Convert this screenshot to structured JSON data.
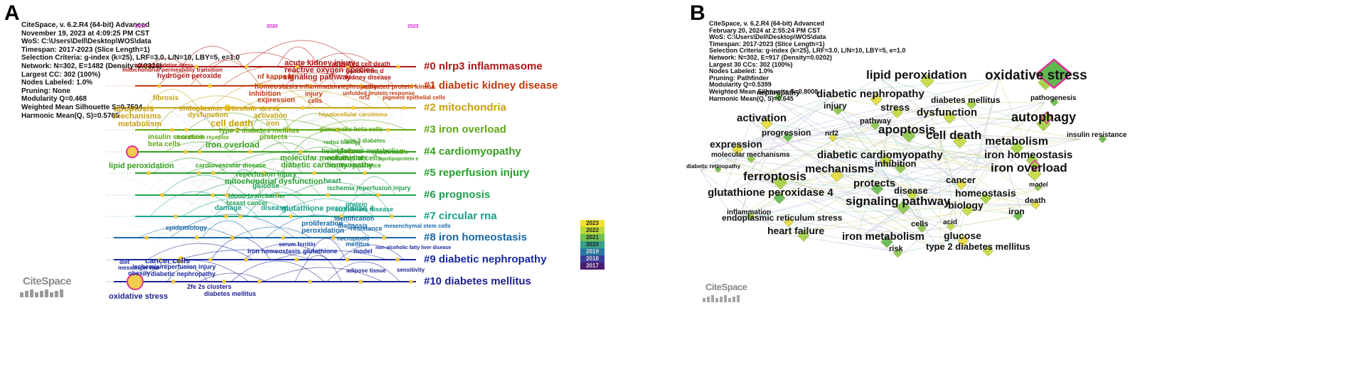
{
  "panel_a": {
    "label": "A",
    "meta_lines": [
      "CiteSpace, v. 6.2.R4 (64-bit) Advanced",
      "November 19, 2023 at 4:09:25 PM CST",
      "WoS: C:\\Users\\Dell\\Desktop\\WOS\\data",
      "Timespan: 2017-2023 (Slice Length=1)",
      "Selection Criteria: g-index (k=25), LRF=3.0, L/N=10, LBY=5, e=1.0",
      "Network: N=302, E=1482 (Density=0.0326)",
      "Largest CC: 302 (100%)",
      "Nodes Labeled: 1.0%",
      "Pruning: None",
      "Modularity Q=0.468",
      "Weighted Mean Silhouette S=0.7504",
      "Harmonic Mean(Q, S)=0.5765"
    ],
    "years": [
      "2017",
      "2020",
      "2023"
    ],
    "clusters": [
      {
        "label": "#0 nlrp3 inflammasome",
        "color": "#b01818"
      },
      {
        "label": "#1 diabetic kidney disease",
        "color": "#c03a10"
      },
      {
        "label": "#2 mitochondria",
        "color": "#c8a010"
      },
      {
        "label": "#3 iron overload",
        "color": "#60a818"
      },
      {
        "label": "#4 cardiomyopathy",
        "color": "#38a020"
      },
      {
        "label": "#5 reperfusion injury",
        "color": "#28a030"
      },
      {
        "label": "#6 prognosis",
        "color": "#20a050"
      },
      {
        "label": "#7 circular rna",
        "color": "#18a088"
      },
      {
        "label": "#8 iron homeostasis",
        "color": "#1868a8"
      },
      {
        "label": "#9 diabetic nephropathy",
        "color": "#1828a0"
      },
      {
        "label": "#10 diabetes mellitus",
        "color": "#202090"
      }
    ],
    "terms": [
      "induced oxidative stress",
      "mitochondrial permeability transition",
      "hydrogen peroxide",
      "acute kidney injury",
      "activated cell death",
      "reactive oxygen species",
      "gasdermin d",
      "signaling pathway",
      "kidney disease",
      "nf kappa b",
      "homeostasis",
      "inhibition",
      "expression",
      "inflammation",
      "injury",
      "cells",
      "nephropathy",
      "activated protein kinase",
      "unfolded protein response",
      "pigment epithelial cells",
      "fibrosis",
      "endoplasmic reticulum stress",
      "nrf2",
      "apoptosis",
      "mechanisms",
      "metabolism",
      "dysfunction",
      "activation",
      "cell death",
      "iron",
      "type 2 diabetes mellitus",
      "protects",
      "transferrin receptor",
      "hepatocellular carcinoma",
      "insulin secretion",
      "beta cells",
      "pancreatic beta cells",
      "iron overload",
      "redox biology",
      "type 2 diabetes",
      "heart failure",
      "glucose metabolism",
      "cytochrome c",
      "molecular mechanisms",
      "endothelial cells",
      "apolipoprotein e",
      "diabetic cardiomyopathy",
      "insulin resistance",
      "lipid peroxidation",
      "cardiovascular disease",
      "reperfusion injury",
      "mitochondrial dysfunction",
      "heart",
      "ischemia reperfusion injury",
      "glucose",
      "blood-brain barrier",
      "breast cancer",
      "protein",
      "damage",
      "disease",
      "glutathione peroxidase 4",
      "alzheimers disease",
      "epidemiology",
      "proliferation",
      "peroxidation",
      "identification",
      "diagnosis",
      "resistance",
      "mesenchymal stem cells",
      "necroptosis",
      "mellitus",
      "serum ferritin",
      "iron homeostasis",
      "glutathione",
      "model",
      "non-alcoholic fatty liver disease",
      "cancer cells",
      "ischemia/reperfusion injury",
      "diet",
      "messenger rna",
      "obesity",
      "diabetic nephropathy",
      "2fe 2s clusters",
      "diabetes mellitus",
      "adipose tissue",
      "sensitivity",
      "oxidative stress"
    ],
    "logo_text": "CiteSpace"
  },
  "panel_b": {
    "label": "B",
    "meta_lines": [
      "CiteSpace, v. 6.2.R4 (64-bit) Advanced",
      "February 20, 2024 at 2:55:24 PM CST",
      "WoS: C:\\Users\\Dell\\Desktop\\WOS\\data",
      "Timespan: 2017-2023 (Slice Length=1)",
      "Selection Criteria: g-index (k=25), LRF=3.0, L/N=10, LBY=5, e=1.0",
      "Network: N=302, E=917 (Density=0.0202)",
      "Largest 30 CCs: 302 (100%)",
      "Nodes Labeled: 1.0%",
      "Pruning: Pathfinder",
      "Modularity Q=0.5399",
      "Weighted Mean Silhouette S=0.8008",
      "Harmonic Mean(Q, S)=0.645"
    ],
    "keywords": [
      {
        "text": "lipid peroxidation",
        "size": 17
      },
      {
        "text": "oxidative stress",
        "size": 19
      },
      {
        "text": "nephropathy",
        "size": 10
      },
      {
        "text": "diabetic nephropathy",
        "size": 15
      },
      {
        "text": "injury",
        "size": 12
      },
      {
        "text": "stress",
        "size": 14
      },
      {
        "text": "diabetes mellitus",
        "size": 12
      },
      {
        "text": "pathogenesis",
        "size": 10
      },
      {
        "text": "activation",
        "size": 15
      },
      {
        "text": "pathway",
        "size": 11
      },
      {
        "text": "dysfunction",
        "size": 15
      },
      {
        "text": "autophagy",
        "size": 18
      },
      {
        "text": "progression",
        "size": 12
      },
      {
        "text": "nrf2",
        "size": 10
      },
      {
        "text": "apoptosis",
        "size": 17
      },
      {
        "text": "cell death",
        "size": 17
      },
      {
        "text": "metabolism",
        "size": 16
      },
      {
        "text": "insulin resistance",
        "size": 10
      },
      {
        "text": "expression",
        "size": 14
      },
      {
        "text": "molecular mechanisms",
        "size": 10
      },
      {
        "text": "diabetic cardiomyopathy",
        "size": 15
      },
      {
        "text": "iron homeostasis",
        "size": 15
      },
      {
        "text": "diabetic retinopathy",
        "size": 8
      },
      {
        "text": "mechanisms",
        "size": 16
      },
      {
        "text": "inhibition",
        "size": 13
      },
      {
        "text": "iron overload",
        "size": 17
      },
      {
        "text": "ferroptosis",
        "size": 17
      },
      {
        "text": "protects",
        "size": 15
      },
      {
        "text": "cancer",
        "size": 13
      },
      {
        "text": "model",
        "size": 9
      },
      {
        "text": "disease",
        "size": 13
      },
      {
        "text": "homeostasis",
        "size": 14
      },
      {
        "text": "glutathione peroxidase 4",
        "size": 15
      },
      {
        "text": "death",
        "size": 11
      },
      {
        "text": "signaling pathway",
        "size": 17
      },
      {
        "text": "biology",
        "size": 14
      },
      {
        "text": "inflammation",
        "size": 10
      },
      {
        "text": "iron",
        "size": 12
      },
      {
        "text": "endoplasmic reticulum stress",
        "size": 12
      },
      {
        "text": "cells",
        "size": 11
      },
      {
        "text": "acid",
        "size": 10
      },
      {
        "text": "heart failure",
        "size": 14
      },
      {
        "text": "iron metabolism",
        "size": 15
      },
      {
        "text": "glucose",
        "size": 14
      },
      {
        "text": "risk",
        "size": 11
      },
      {
        "text": "type 2 diabetes mellitus",
        "size": 13
      }
    ],
    "legend_years": [
      "2023",
      "2022",
      "2021",
      "2020",
      "2019",
      "2018",
      "2017"
    ],
    "legend_colors": [
      "#f0e030",
      "#b8d838",
      "#70c050",
      "#38a088",
      "#2878a0",
      "#3a3c98",
      "#4c1c70"
    ],
    "logo_text": "CiteSpace"
  }
}
